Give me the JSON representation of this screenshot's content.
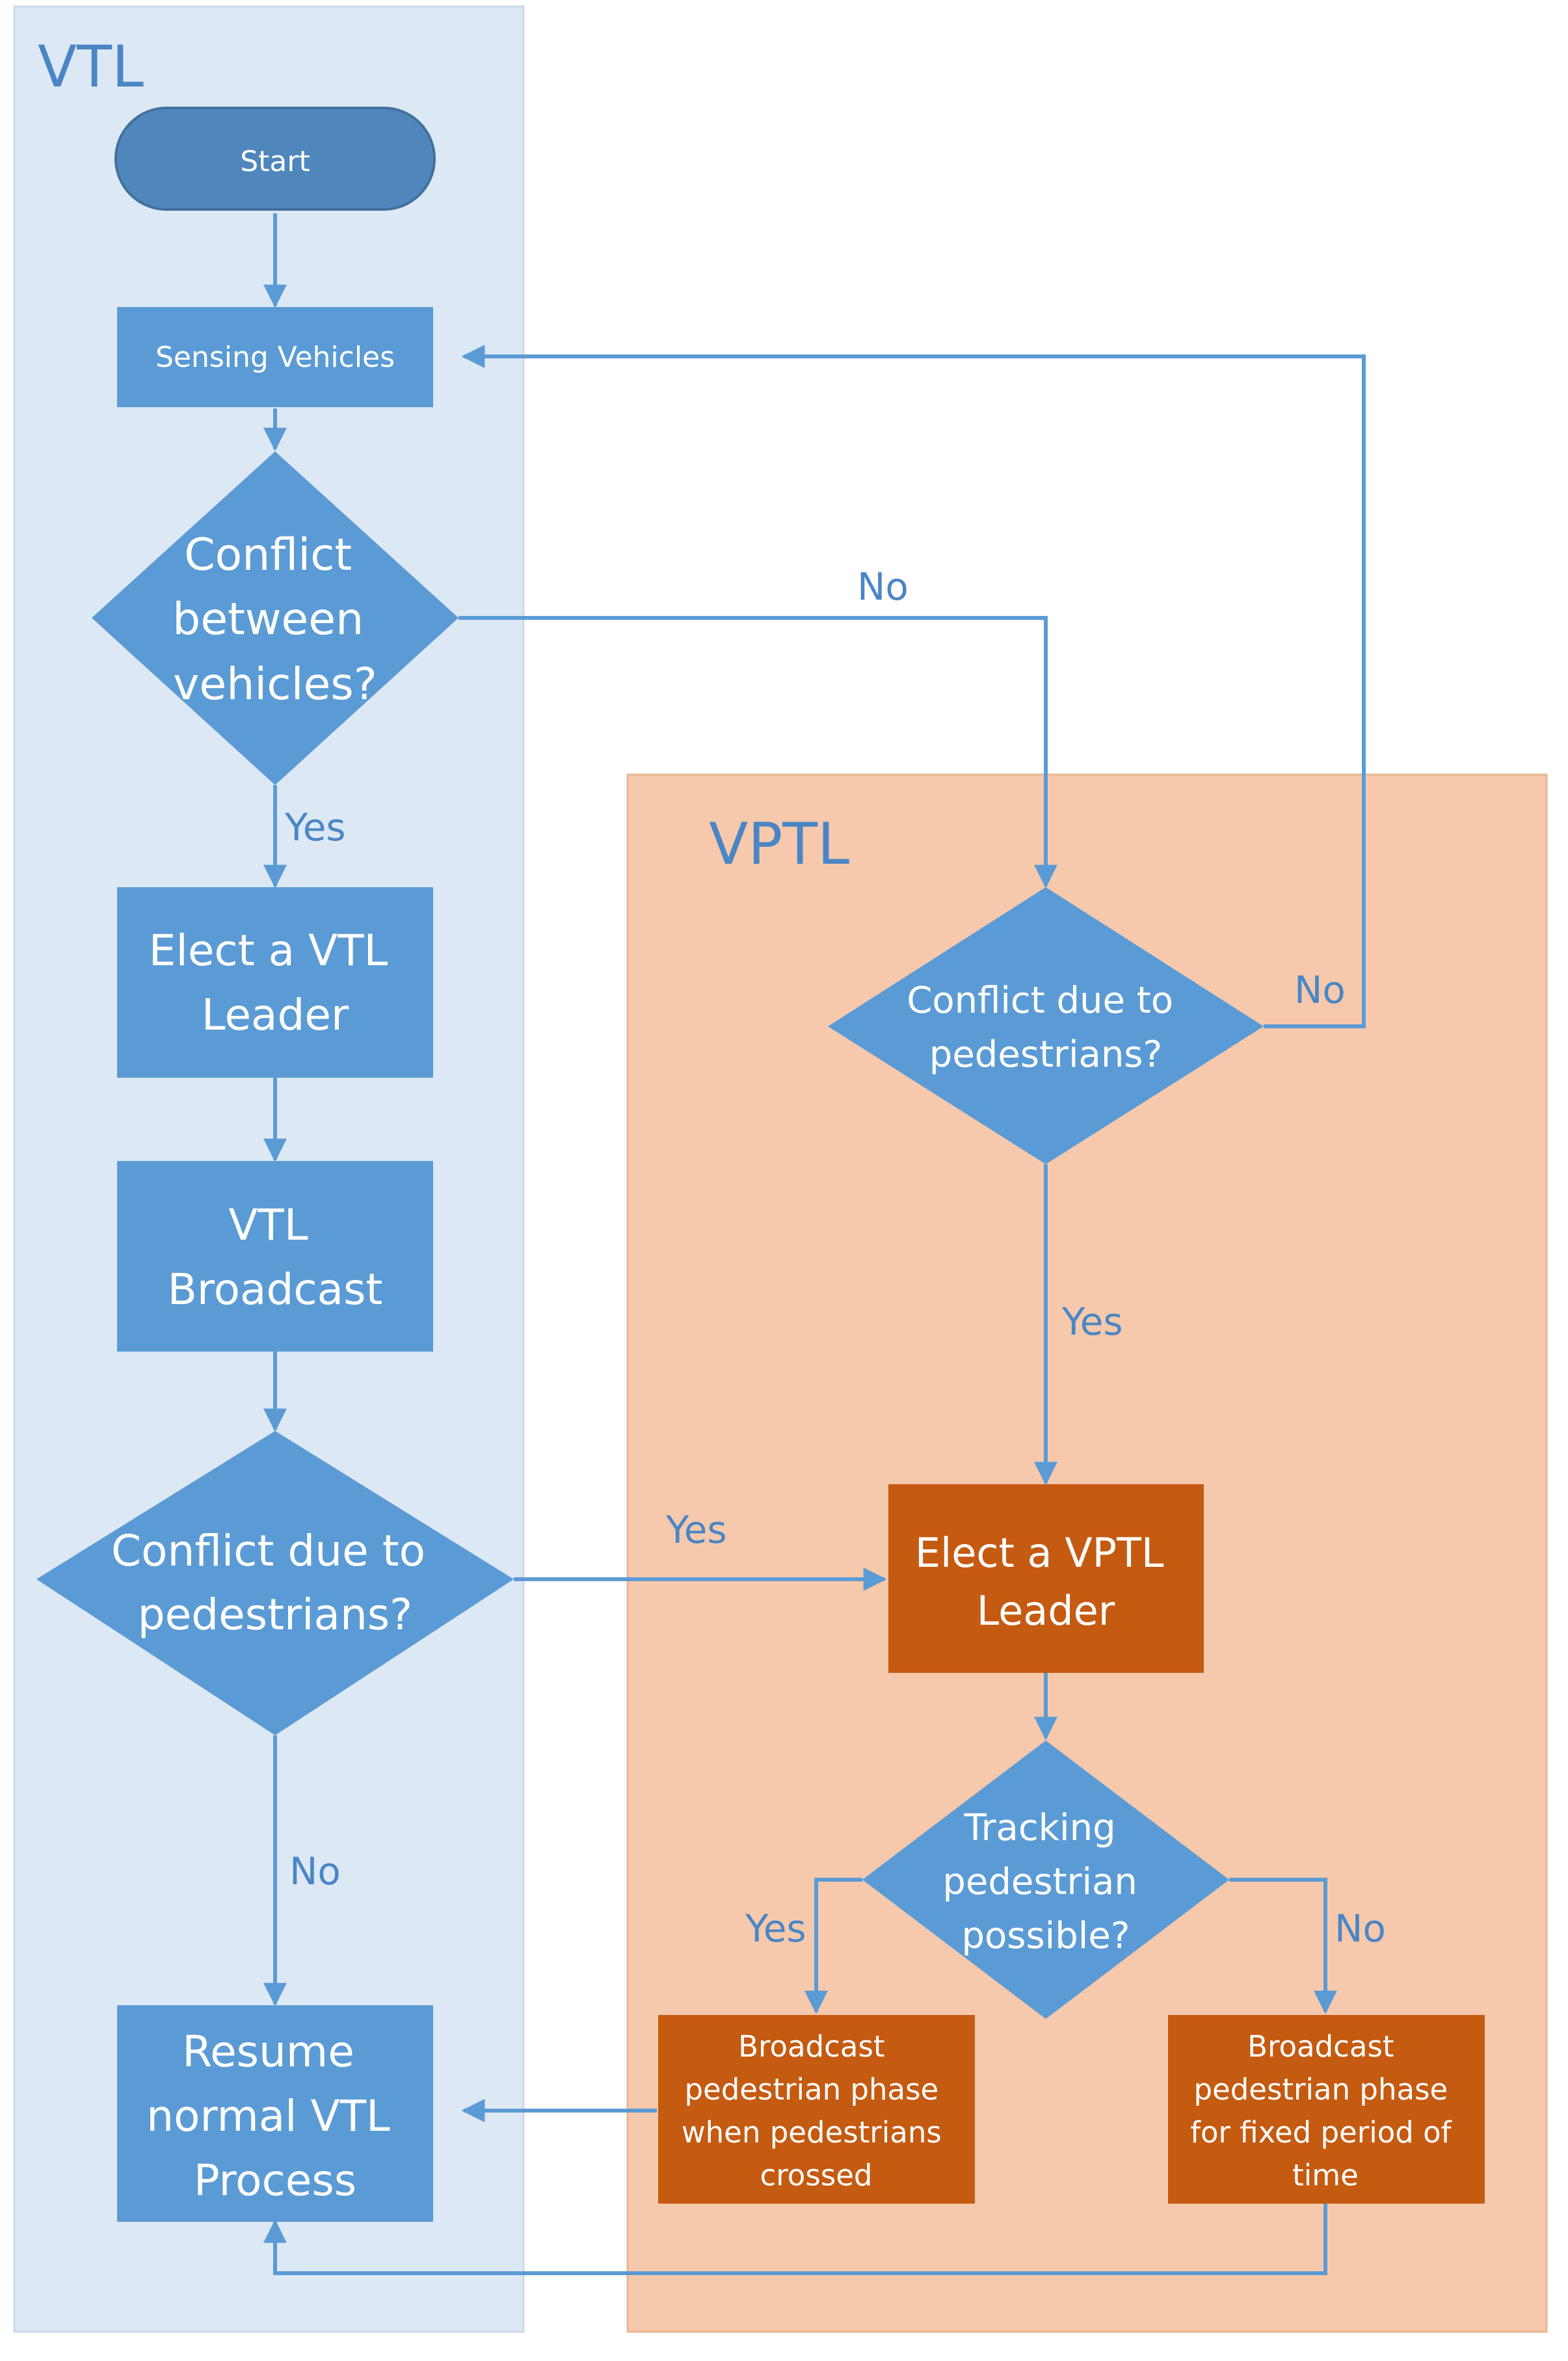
{
  "colors": {
    "vtl_lane": "#dde8f5",
    "vptl_lane": "#f6c9ac",
    "vtl_shape": "#5b9bd5",
    "start_shape": "#4f87bd",
    "vptl_shape": "#c55a11",
    "edge": "#5b9bd5",
    "label": "#4a86c5",
    "shape_text": "#ffffff"
  },
  "lanes": {
    "vtl": {
      "title": "VTL"
    },
    "vptl": {
      "title": "VPTL"
    }
  },
  "nodes": {
    "start": {
      "lines": [
        "Start"
      ]
    },
    "sensing": {
      "lines": [
        "Sensing Vehicles"
      ]
    },
    "conflict_vehicles": {
      "lines": [
        "Conflict",
        "between",
        "vehicles?"
      ]
    },
    "elect_vtl": {
      "lines": [
        "Elect a VTL",
        "Leader"
      ]
    },
    "vtl_broadcast": {
      "lines": [
        "VTL",
        "Broadcast"
      ]
    },
    "conflict_ped_vtl": {
      "lines": [
        "Conflict due to",
        "pedestrians?"
      ]
    },
    "resume": {
      "lines": [
        "Resume",
        "normal VTL",
        "Process"
      ]
    },
    "conflict_ped_vptl": {
      "lines": [
        "Conflict due to",
        "pedestrians?"
      ]
    },
    "elect_vptl": {
      "lines": [
        "Elect a VPTL",
        "Leader"
      ]
    },
    "tracking": {
      "lines": [
        "Tracking",
        "pedestrian",
        "possible?"
      ]
    },
    "broadcast_crossed": {
      "lines": [
        "Broadcast",
        "pedestrian phase",
        "when pedestrians",
        "crossed"
      ]
    },
    "broadcast_fixed": {
      "lines": [
        "Broadcast",
        "pedestrian phase",
        "for fixed period of",
        "time"
      ]
    }
  },
  "edge_labels": {
    "conflict_vehicles_no": "No",
    "conflict_vehicles_yes": "Yes",
    "vptl_conflict_no": "No",
    "vptl_conflict_yes": "Yes",
    "vtl_conflict_yes": "Yes",
    "vtl_conflict_no": "No",
    "tracking_yes": "Yes",
    "tracking_no": "No"
  }
}
